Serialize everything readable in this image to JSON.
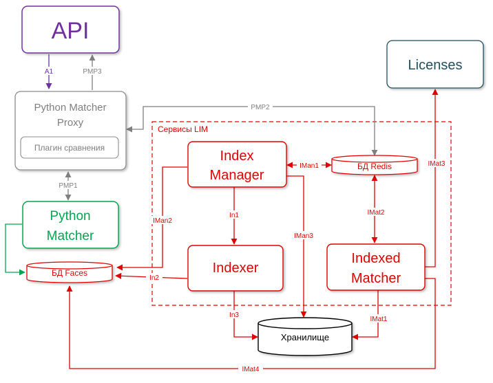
{
  "nodes": {
    "api": "API",
    "python_matcher_proxy": [
      "Python Matcher",
      "Proxy"
    ],
    "plugin": "Плагин сравнения",
    "python_matcher": [
      "Python",
      "Matcher"
    ],
    "licenses": "Licenses",
    "lim_group": "Сервисы LIM",
    "index_manager": [
      "Index",
      "Manager"
    ],
    "db_redis": "БД Redis",
    "indexer": "Indexer",
    "indexed_matcher": [
      "Indexed",
      "Matcher"
    ],
    "db_faces": "БД Faces",
    "storage": "Хранилище"
  },
  "edges": {
    "a1": "A1",
    "pmp3": "PMP3",
    "pmp2": "PMP2",
    "pmp1": "PMP1",
    "iman1": "IMan1",
    "iman2": "IMan2",
    "iman3": "IMan3",
    "in1": "In1",
    "in2": "In2",
    "in3": "In3",
    "imat1": "IMat1",
    "imat2": "IMat2",
    "imat3": "IMat3",
    "imat4": "IMat4"
  },
  "colors": {
    "api": "#7030a0",
    "gray": "#7f7f7f",
    "green": "#00a650",
    "red": "#e00000",
    "licenses": "#1f4e5f"
  }
}
